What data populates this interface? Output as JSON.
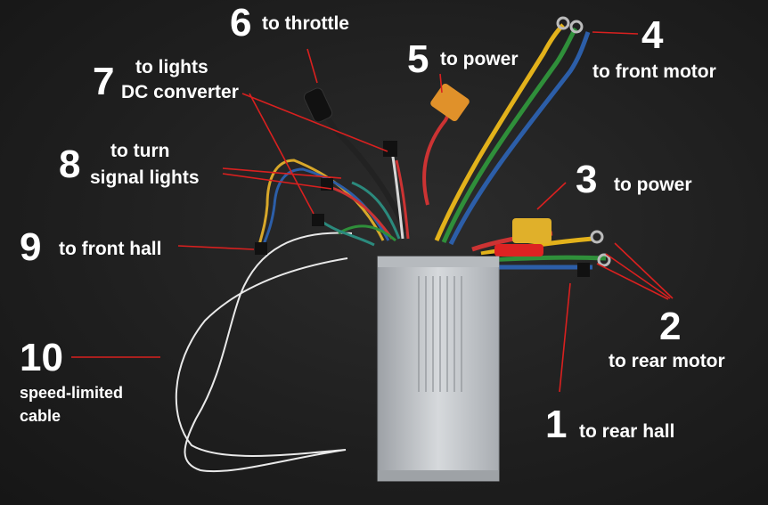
{
  "labels": {
    "l1": {
      "number": "1",
      "text": "to rear hall"
    },
    "l2": {
      "number": "2",
      "text": "to rear motor"
    },
    "l3": {
      "number": "3",
      "text": "to power"
    },
    "l4": {
      "number": "4",
      "text": "to front motor"
    },
    "l5": {
      "number": "5",
      "text": "to power"
    },
    "l6": {
      "number": "6",
      "text": "to throttle"
    },
    "l7": {
      "number": "7",
      "line1": "to lights",
      "line2": "DC converter"
    },
    "l8": {
      "number": "8",
      "line1": "to turn",
      "line2": "signal lights"
    },
    "l9": {
      "number": "9",
      "text": "to front hall"
    },
    "l10": {
      "number": "10",
      "line1": "speed-limited",
      "line2": "cable"
    }
  },
  "colors": {
    "pointer": "#d9201f",
    "label": "#ffffff",
    "background": "#1e1e1e",
    "controller_box": "#c9ccd0"
  }
}
